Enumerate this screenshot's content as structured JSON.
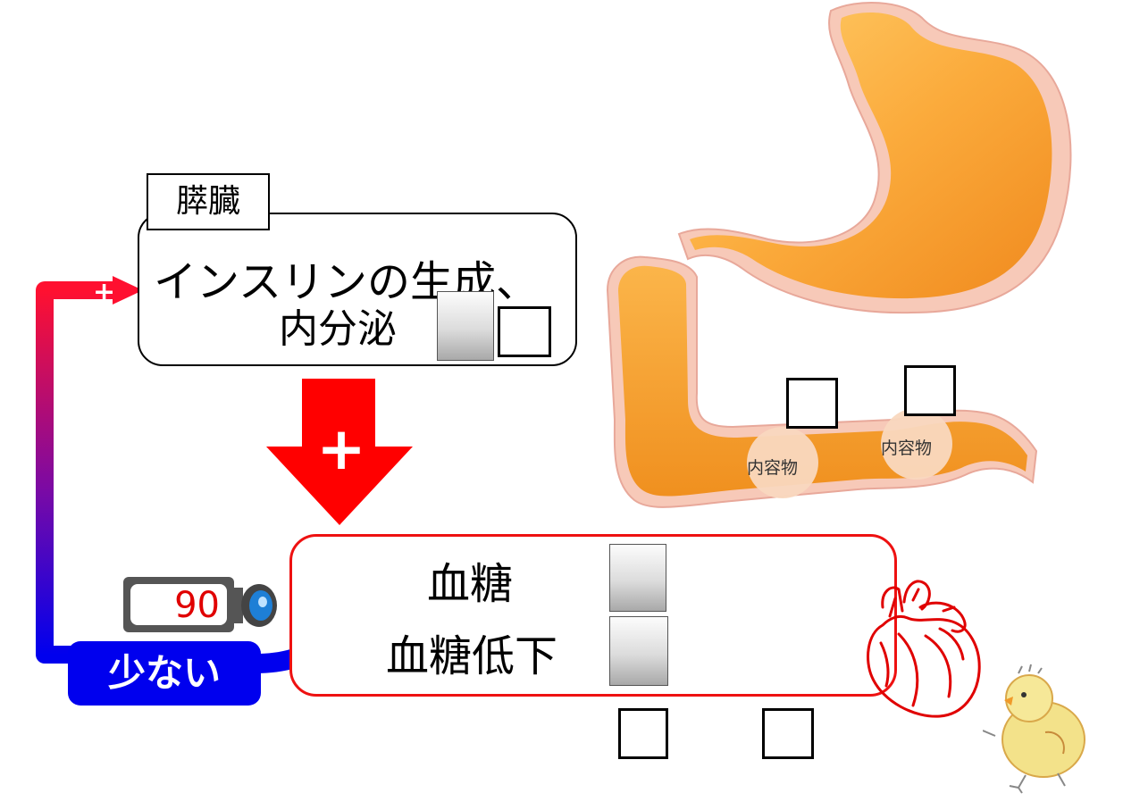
{
  "pancreas": {
    "tag": "膵臓",
    "line1": "インスリンの生成、",
    "line2": "内分泌"
  },
  "arrows": {
    "feedback_sign": "+",
    "main_sign": "+"
  },
  "blood": {
    "line1": "血糖",
    "line2": "血糖低下"
  },
  "sensor": {
    "reading": "90"
  },
  "badge": {
    "low": "少ない"
  },
  "intestine": {
    "content_1": "内容物",
    "content_2": "内容物"
  },
  "colors": {
    "red": "#ee1111",
    "blue": "#0000ee"
  }
}
